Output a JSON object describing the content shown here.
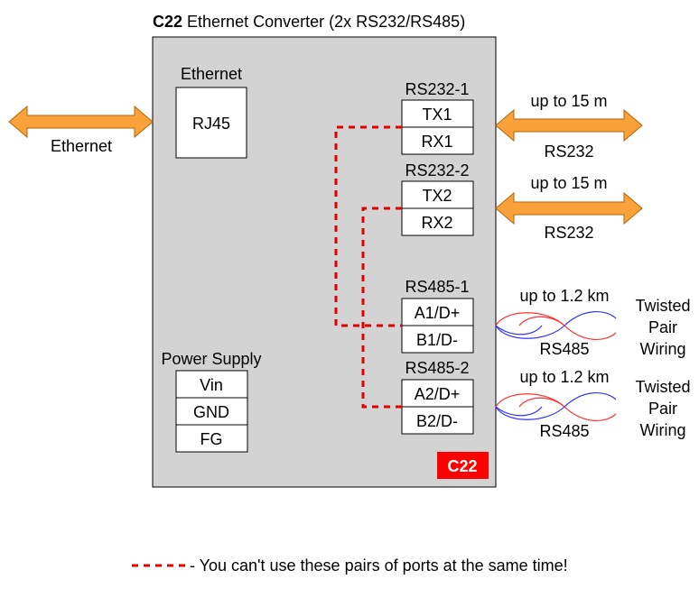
{
  "title": {
    "bold": "C22",
    "rest": " Ethernet Converter (2x RS232/RS485)"
  },
  "ethernet_block": {
    "label": "Ethernet",
    "port": "RJ45"
  },
  "ethernet_link": {
    "label": "Ethernet"
  },
  "rs232_1": {
    "label": "RS232-1",
    "ports": [
      "TX1",
      "RX1"
    ],
    "range": "up to 15 m",
    "type": "RS232"
  },
  "rs232_2": {
    "label": "RS232-2",
    "ports": [
      "TX2",
      "RX2"
    ],
    "range": "up to 15 m",
    "type": "RS232"
  },
  "rs485_1": {
    "label": "RS485-1",
    "ports": [
      "A1/D+",
      "B1/D-"
    ],
    "range": "up to 1.2 km",
    "type": "RS485",
    "wiring": [
      "Twisted",
      "Pair",
      "Wiring"
    ]
  },
  "rs485_2": {
    "label": "RS485-2",
    "ports": [
      "A2/D+",
      "B2/D-"
    ],
    "range": "up to 1.2 km",
    "type": "RS485",
    "wiring": [
      "Twisted",
      "Pair",
      "Wiring"
    ]
  },
  "power": {
    "label": "Power Supply",
    "ports": [
      "Vin",
      "GND",
      "FG"
    ]
  },
  "logo": "C22",
  "legend": {
    "text": "- You can't use these pairs of ports at the same time!"
  },
  "colors": {
    "device": "#d3d3d3",
    "arrow": "#f9a23b",
    "arrow_stroke": "#b46504",
    "dash": "#e00000",
    "logo_bg": "#ff0000",
    "twist_a": "#ff3333",
    "twist_b": "#3333ff"
  }
}
